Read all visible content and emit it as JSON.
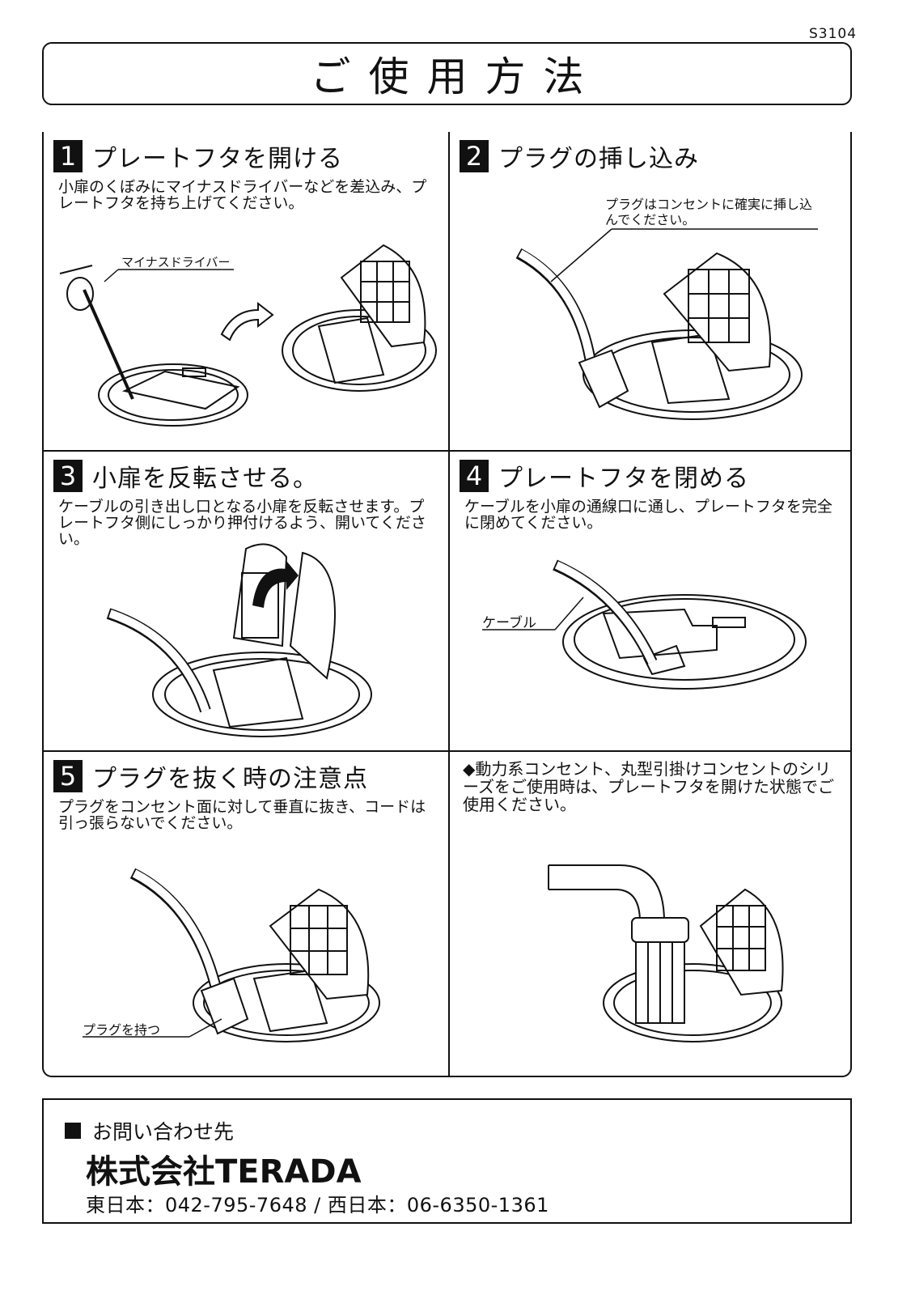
{
  "doc_code": "S3104",
  "title": "ご使用方法",
  "steps": [
    {
      "num": "1",
      "title": "プレートフタを開ける",
      "desc": "小扉のくぼみにマイナスドライバーなどを差込み、プレートフタを持ち上げてください。",
      "callout": "マイナスドライバー"
    },
    {
      "num": "2",
      "title": "プラグの挿し込み",
      "desc": "",
      "callout": "プラグはコンセントに確実に挿し込んでください。"
    },
    {
      "num": "3",
      "title": "小扉を反転させる。",
      "desc": "ケーブルの引き出し口となる小扉を反転させます。プレートフタ側にしっかり押付けるよう、開いてください。",
      "callout": ""
    },
    {
      "num": "4",
      "title": "プレートフタを閉める",
      "desc": "ケーブルを小扉の通線口に通し、プレートフタを完全に閉めてください。",
      "callout": "ケーブル"
    },
    {
      "num": "5",
      "title": "プラグを抜く時の注意点",
      "desc": "プラグをコンセント面に対して垂直に抜き、コードは引っ張らないでください。",
      "callout": "プラグを持つ"
    }
  ],
  "notice": "◆動力系コンセント、丸型引掛けコンセントのシリーズをご使用時は、プレートフタを開けた状態でご使用ください。",
  "contact": {
    "heading": "お問い合わせ先",
    "company": "株式会社TERADA",
    "phones": "東日本：042-795-7648 / 西日本：06-6350-1361"
  }
}
